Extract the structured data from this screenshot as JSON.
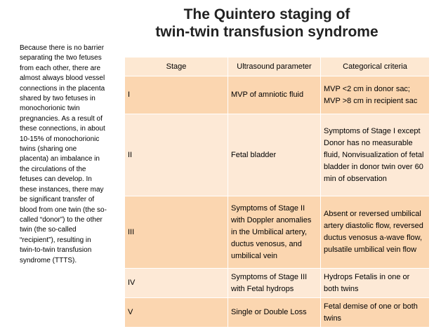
{
  "title_lines": [
    "The Quintero staging of",
    "twin-twin transfusion syndrome"
  ],
  "side_note": "Because there is no barrier separating the two fetuses from each other, there are almost always blood vessel connections in the placenta shared by two fetuses in monochorionic twin pregnancies. As a result of these connections, in about 10-15% of monochorionic twins (sharing one placenta) an imbalance in the circulations of the fetuses can develop. In these instances, there may be significant transfer of blood from one twin (the so-called “donor”) to the other twin (the so-called “recipient”), resulting in twin-to-twin transfusion syndrome (TTTS).",
  "table": {
    "headers": [
      "Stage",
      "Ultrasound parameter",
      "Categorical criteria"
    ],
    "rows": [
      {
        "stage": "I",
        "parameter": "MVP of amniotic fluid",
        "criteria": "MVP <2 cm in donor sac; MVP >8 cm in recipient sac"
      },
      {
        "stage": "II",
        "parameter": "Fetal bladder",
        "criteria": "Symptoms of Stage I except Donor has no measurable fluid, Nonvisualization of fetal bladder in donor twin over 60 min of observation"
      },
      {
        "stage": "III",
        "parameter": "Symptoms of Stage II with Doppler anomalies in the Umbilical artery, ductus venosus, and umbilical vein",
        "criteria": "Absent or reversed umbilical artery diastolic flow, reversed ductus venosus a-wave flow, pulsatile umbilical vein flow"
      },
      {
        "stage": "IV",
        "parameter": "Symptoms of Stage III with Fetal hydrops",
        "criteria": "Hydrops Fetalis in one or both twins"
      },
      {
        "stage": "V",
        "parameter": "Single or Double Loss",
        "criteria": "Fetal demise of one or both twins"
      }
    ]
  },
  "colors": {
    "header_bg": "#fde8d2",
    "row_odd_bg": "#fbd6b0",
    "row_even_bg": "#fde9d6"
  }
}
